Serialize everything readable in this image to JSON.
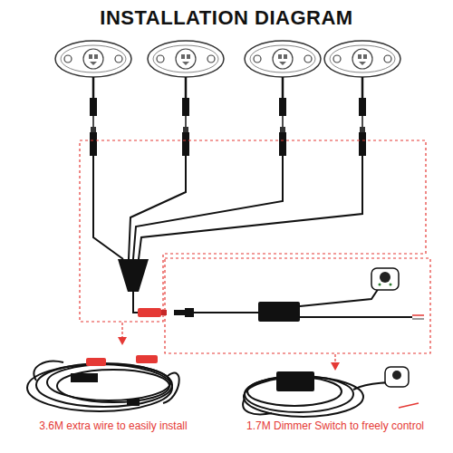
{
  "diagram": {
    "title": "INSTALLATION DIAGRAM",
    "labels": [
      "3.6M extra wire to easily install",
      "1.7M Dimmer Switch to freely control"
    ]
  }
}
